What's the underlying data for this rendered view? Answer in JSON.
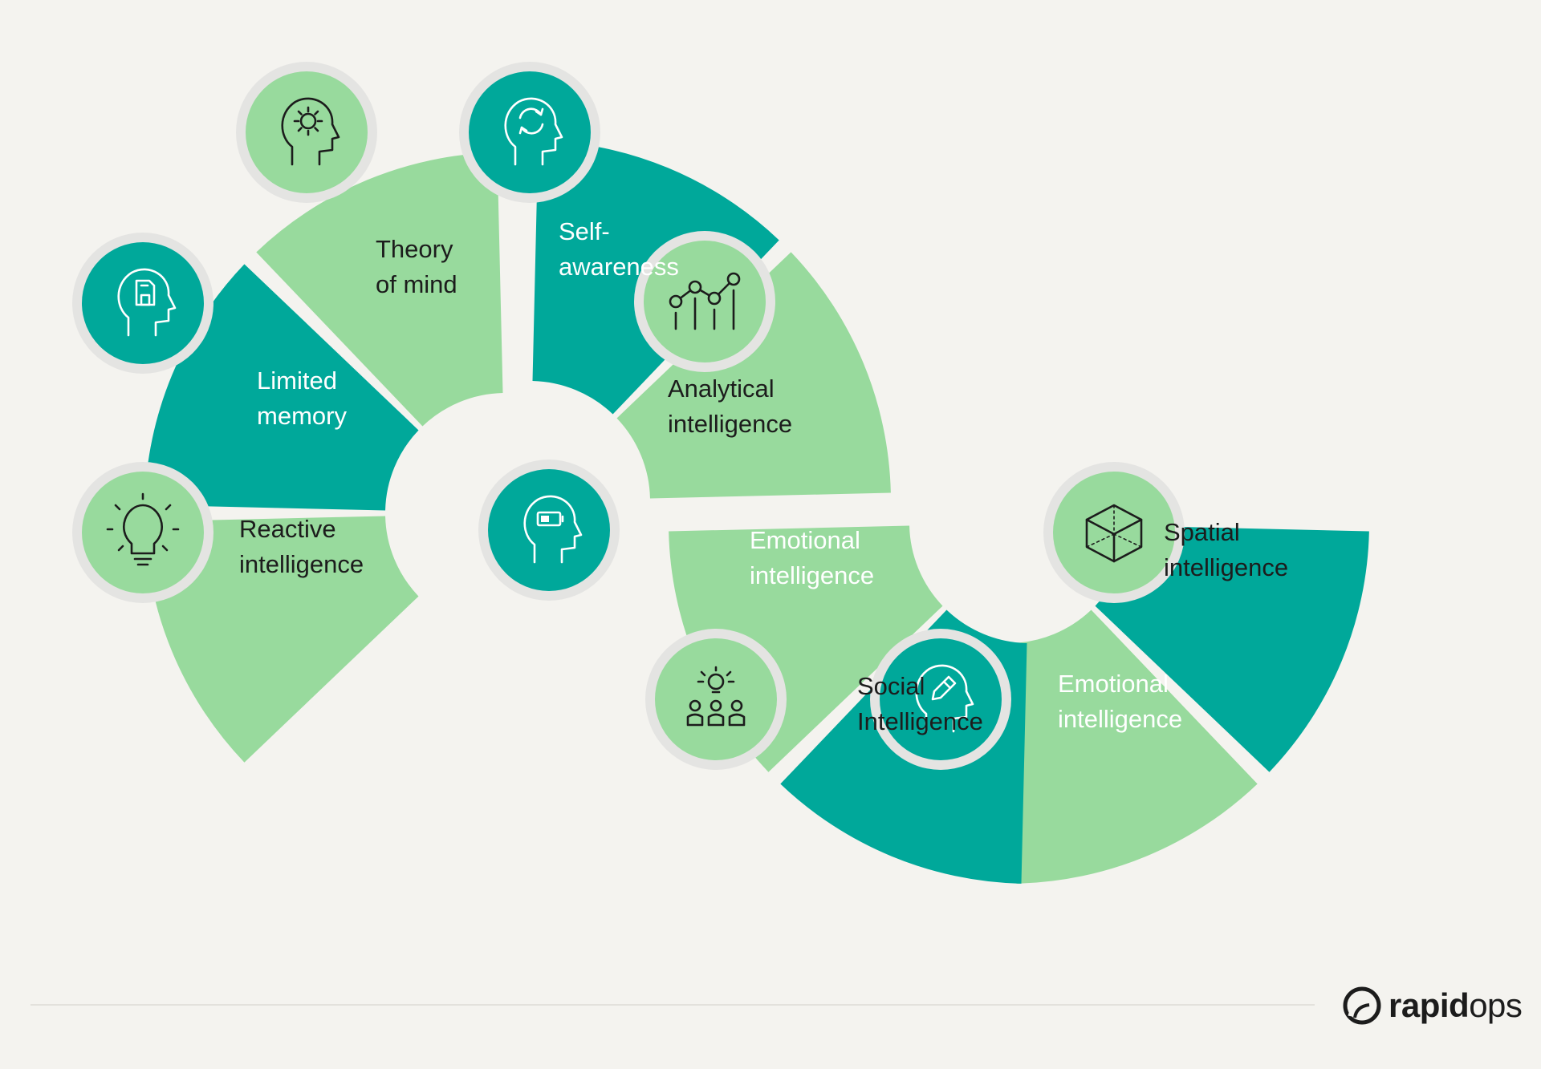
{
  "colors": {
    "background": "#f4f3ef",
    "teal": "#00a89a",
    "light_green": "#98da9d",
    "ring": "#e4e4e2",
    "text_dark": "#1c1c1c",
    "text_light": "#ffffff"
  },
  "segments": [
    {
      "id": "reactive",
      "lines": [
        "Reactive",
        "intelligence"
      ],
      "color": "light",
      "icon": "lightbulb-icon"
    },
    {
      "id": "limited-memory",
      "lines": [
        "Limited",
        "memory"
      ],
      "color": "teal",
      "icon": "head-memory-icon"
    },
    {
      "id": "theory-of-mind",
      "lines": [
        "Theory",
        "of mind"
      ],
      "color": "light",
      "icon": "head-gear-icon"
    },
    {
      "id": "self-awareness",
      "lines": [
        "Self-",
        "awareness"
      ],
      "color": "teal",
      "icon": "head-refresh-icon"
    },
    {
      "id": "analytical",
      "lines": [
        "Analytical",
        "intelligence"
      ],
      "color": "light",
      "icon": "line-chart-icon"
    },
    {
      "id": "emotional-1",
      "lines": [
        "Emotional",
        "intelligence"
      ],
      "color": "teal",
      "icon": "head-battery-icon"
    },
    {
      "id": "social",
      "lines": [
        "Social",
        "Intelligence"
      ],
      "color": "light",
      "icon": "people-idea-icon"
    },
    {
      "id": "emotional-2",
      "lines": [
        "Emotional",
        "intelligence"
      ],
      "color": "teal",
      "icon": "head-pencil-icon"
    },
    {
      "id": "spatial",
      "lines": [
        "Spatial",
        "intelligence"
      ],
      "color": "light",
      "icon": "cube-icon"
    }
  ],
  "brand": {
    "name_bold": "rapid",
    "name_thin": "ops",
    "icon": "rapidops-logo-icon"
  }
}
